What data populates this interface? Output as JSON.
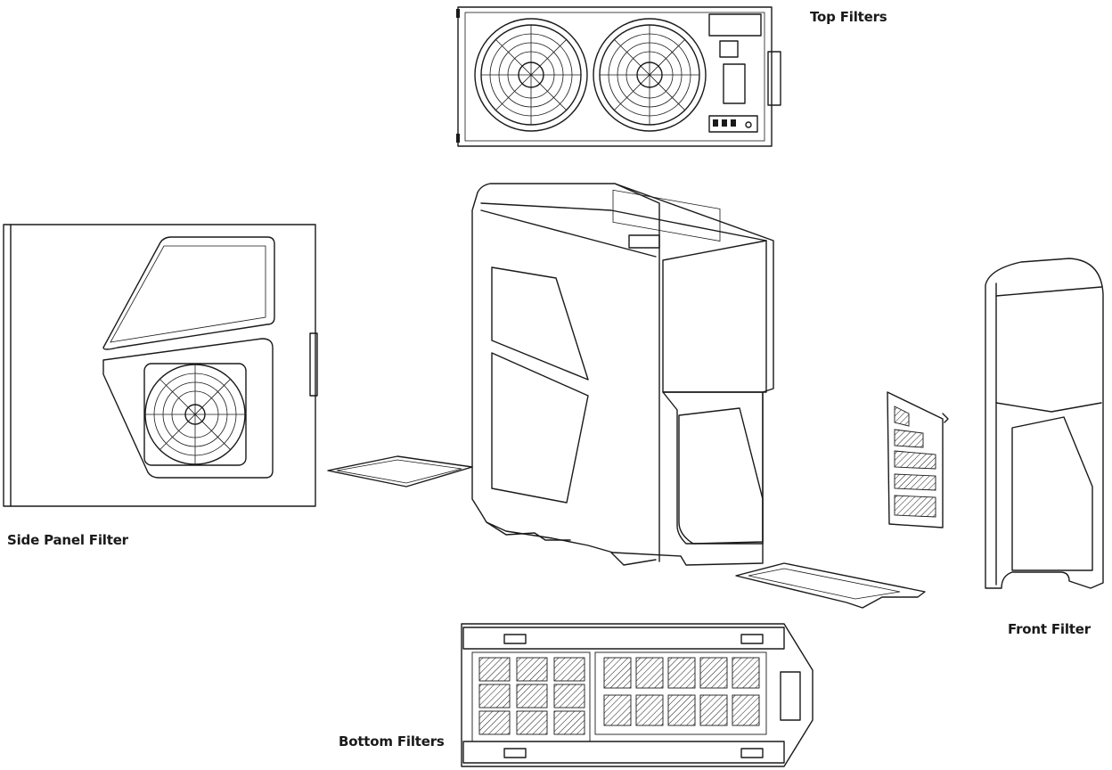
{
  "labels": {
    "top_filters": "Top Filters",
    "side_panel_filter": "Side Panel Filter",
    "front_filter": "Front Filter",
    "bottom_filters": "Bottom Filters"
  },
  "colors": {
    "line": "#1a1a1a",
    "background": "#ffffff"
  },
  "icons": {
    "fan": "fan-grill-icon",
    "filter_mesh": "hatched-mesh-icon"
  }
}
